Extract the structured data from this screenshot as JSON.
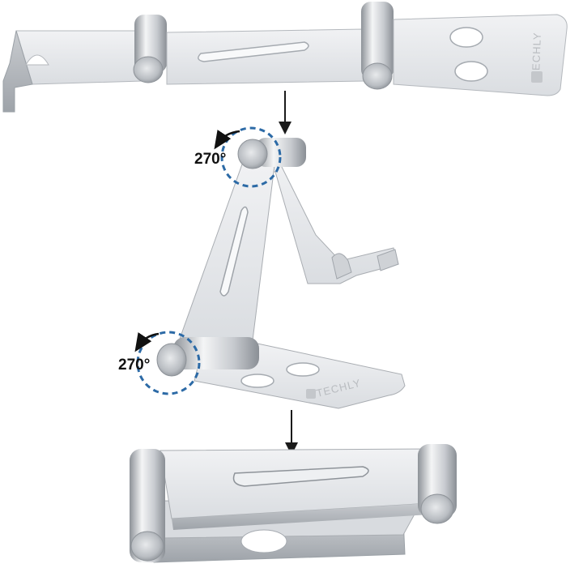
{
  "rotation_labels": {
    "top_hinge": "270°",
    "bottom_hinge": "270°"
  },
  "brand": {
    "top_plate": "TECHLY",
    "mid_plate": "TECHLY"
  },
  "colors": {
    "aluminum_light": "#e9ebed",
    "aluminum_mid": "#d2d5d9",
    "aluminum_dark": "#a9adb2",
    "dash_circle": "#2c6aa6",
    "arrow": "#1a1a1a"
  }
}
